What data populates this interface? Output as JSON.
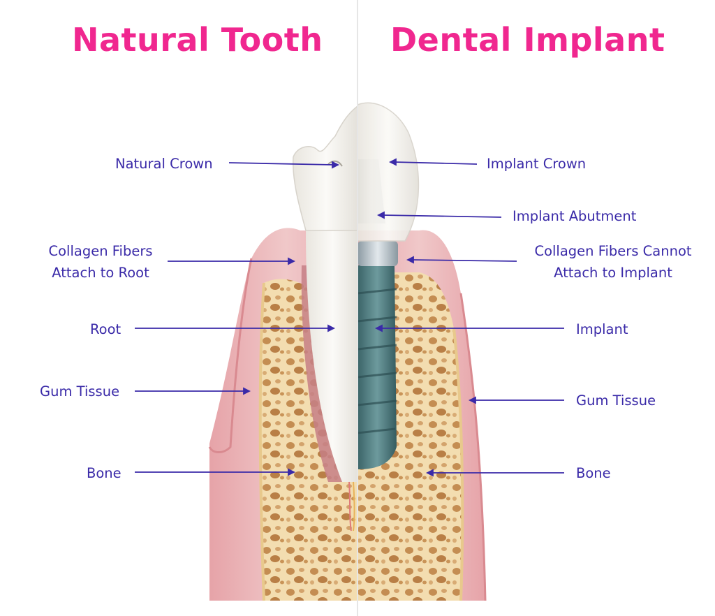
{
  "colors": {
    "title": "#f0278f",
    "label": "#3a2aa8",
    "arrow": "#3a2aa8",
    "gum": "#eab9bb",
    "gum_edge": "#d97f86",
    "bone": "#f4dfb0",
    "bone_hole": "#c9955a",
    "tooth": "#f3f0ea",
    "implant": "#4f7c80",
    "abutment": "#b9c5cc"
  },
  "titles": {
    "left": "Natural Tooth",
    "right": "Dental Implant"
  },
  "left_labels": {
    "natural_crown": "Natural Crown",
    "collagen_line1": "Collagen Fibers",
    "collagen_line2": "Attach to Root",
    "root": "Root",
    "gum_tissue": "Gum Tissue",
    "bone": "Bone"
  },
  "right_labels": {
    "implant_crown": "Implant Crown",
    "implant_abutment": "Implant Abutment",
    "collagen_line1": "Collagen Fibers Cannot",
    "collagen_line2": "Attach to Implant",
    "implant": "Implant",
    "gum_tissue": "Gum Tissue",
    "bone": "Bone"
  }
}
